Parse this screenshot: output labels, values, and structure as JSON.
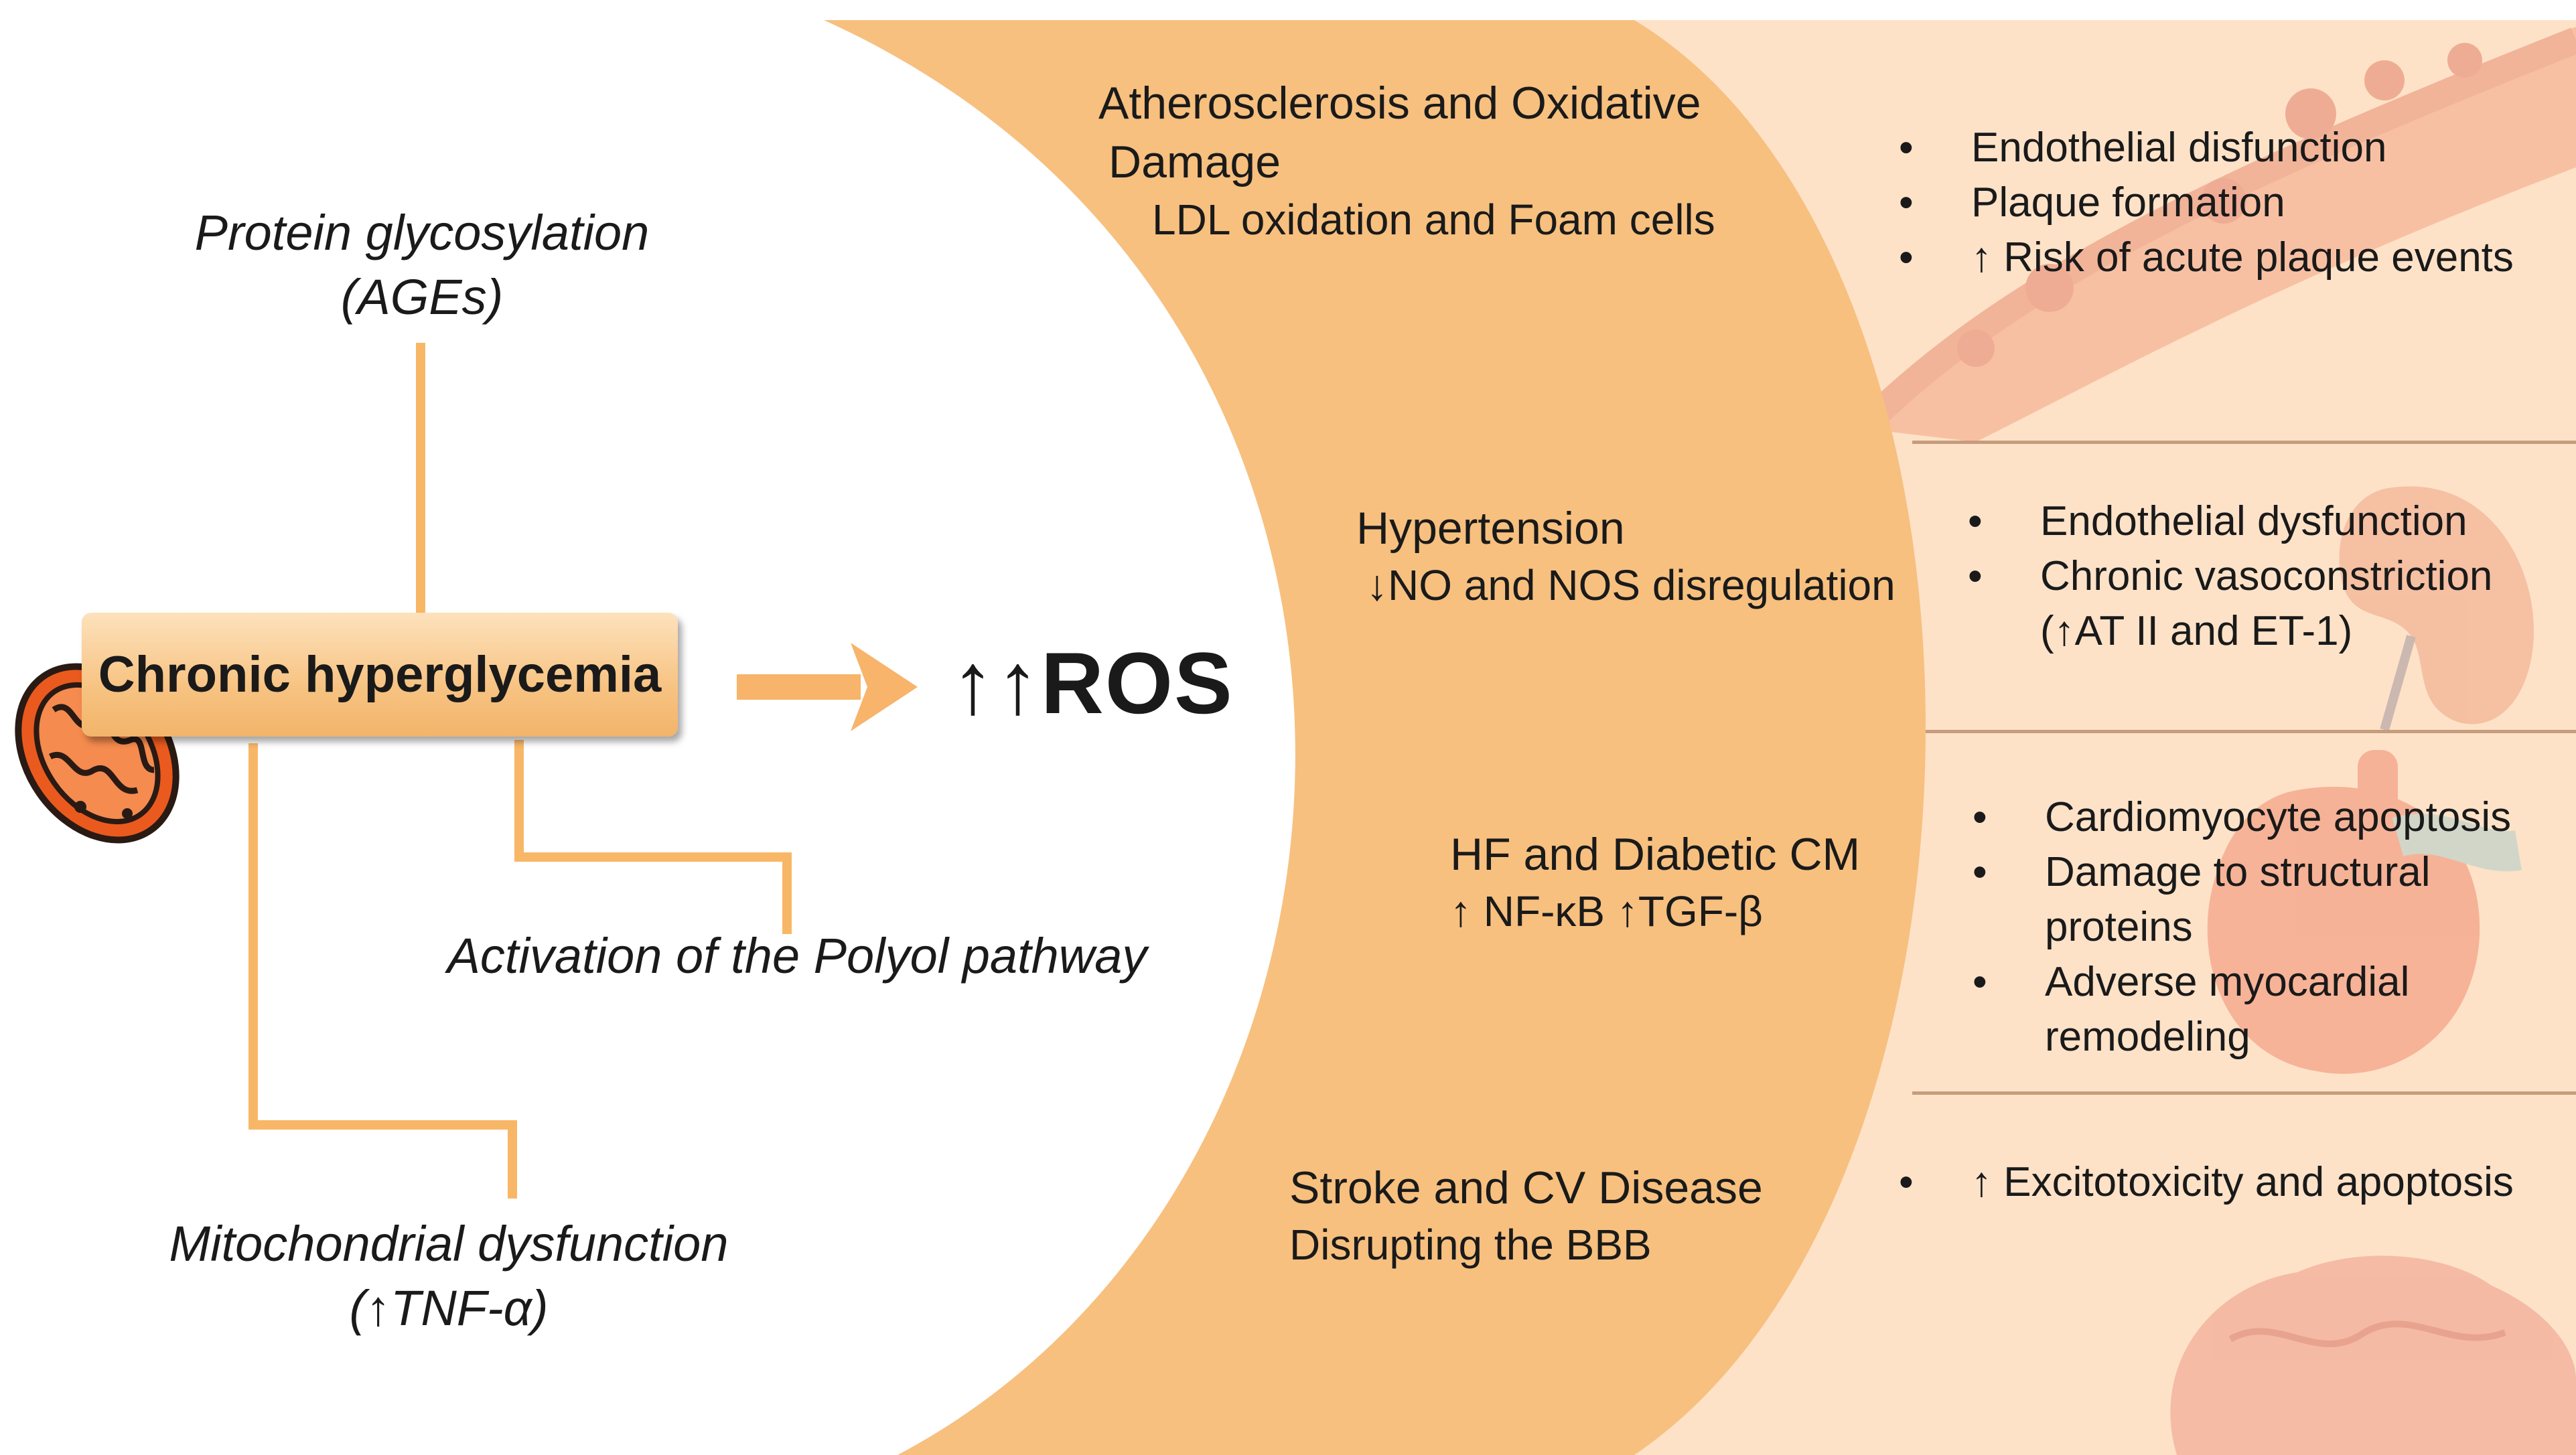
{
  "colors": {
    "accent_orange": "#f7c07f",
    "connector": "#f8b766",
    "panel_bg": "#fde0c6",
    "mito_red": "#ea5a1e"
  },
  "causes": {
    "protein_glycosylation": {
      "line1": "Protein glycosylation",
      "line2": "(AGEs)"
    },
    "polyol": {
      "line1": "Activation of the Polyol pathway"
    },
    "mitochondrial": {
      "line1": "Mitochondrial dysfunction",
      "line2": "(↑TNF-α)"
    }
  },
  "center": {
    "label": "Chronic hyperglycemia",
    "icon": "mitochondria-icon"
  },
  "ros": {
    "label": "↑↑ROS"
  },
  "sections": [
    {
      "title_line1": "Atherosclerosis and Oxidative",
      "title_line2": "Damage",
      "subtitle": "LDL oxidation and Foam cells"
    },
    {
      "title_line1": "Hypertension",
      "subtitle": "↓NO and NOS disregulation"
    },
    {
      "title_line1": "HF and Diabetic CM",
      "subtitle": "↑ NF-κB ↑TGF-β"
    },
    {
      "title_line1": "Stroke and CV Disease",
      "subtitle": "Disrupting the BBB"
    }
  ],
  "panels": [
    {
      "icon": "blood-vessel-icon",
      "bullets": [
        "Endothelial disfunction",
        "Plaque formation",
        "↑ Risk of acute plaque events"
      ]
    },
    {
      "icon": "kidney-icon",
      "bullets": [
        "Endothelial dysfunction",
        "Chronic vasoconstriction"
      ],
      "continuation": "(↑AT II and ET-1)"
    },
    {
      "icon": "heart-icon",
      "bullets": [
        "Cardiomyocyte apoptosis",
        "Damage to structural",
        "Adverse myocardial"
      ],
      "continuations": [
        "proteins",
        "remodeling"
      ]
    },
    {
      "icon": "brain-icon",
      "bullets": [
        "↑ Excitotoxicity and apoptosis"
      ]
    }
  ]
}
